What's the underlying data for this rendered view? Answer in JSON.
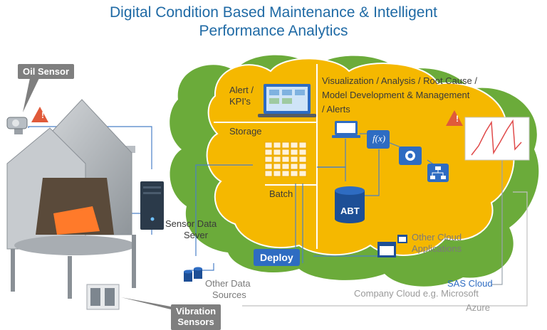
{
  "title": {
    "line1": "Digital Condition Based Maintenance & Intelligent",
    "line2": "Performance Analytics"
  },
  "labels": {
    "oil_sensor": "Oil Sensor",
    "vibration_sensors_1": "Vibration",
    "vibration_sensors_2": "Sensors",
    "sensor_server_1": "Sensor Data",
    "sensor_server_2": "Sever",
    "alert_kpi_1": "Alert /",
    "alert_kpi_2": "KPI's",
    "storage": "Storage",
    "batch": "Batch",
    "viz_1": "Visualization / Analysis / Root Cause /",
    "viz_2": "Model Development & Management",
    "viz_3": "/ Alerts",
    "abt": "ABT",
    "fx": "f(x)",
    "other_cloud_1": "Other Cloud",
    "other_cloud_2": "Applications",
    "deploy": "Deploy",
    "other_data_1": "Other Data",
    "other_data_2": "Sources",
    "sas_cloud": "SAS Cloud",
    "company_cloud_1": "Company Cloud e.g. Microsoft",
    "company_cloud_2": "Azure",
    "warning_symbol": "!"
  },
  "icons": [
    "warning-icon",
    "laptop-icon",
    "function-icon",
    "chart-node-icon",
    "hierarchy-icon",
    "database-icon",
    "server-icon",
    "application-window-icon",
    "dashboard-icon"
  ],
  "colors": {
    "title": "#1f6aa5",
    "green_cloud": "#6bab3a",
    "orange_cloud": "#f5b800",
    "accent_blue": "#2e6cc2",
    "callout_gray": "#7f7f7f",
    "warning_red": "#e05a3a"
  }
}
